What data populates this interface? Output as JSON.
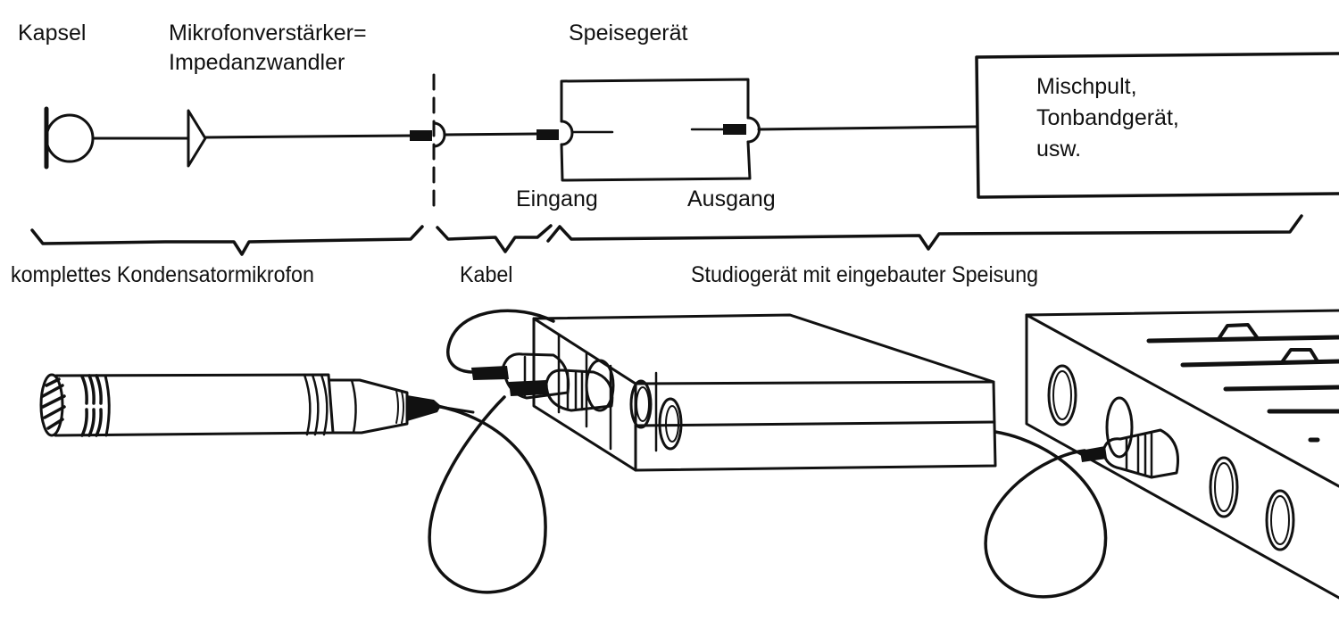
{
  "diagram": {
    "title_labels": {
      "capsule": "Kapsel",
      "preamp_line1": "Mikrofonverstärker=",
      "preamp_line2": "Impedanzwandler",
      "power_supply": "Speisegerät",
      "input": "Eingang",
      "output": "Ausgang",
      "mixer_line1": "Mischpult,",
      "mixer_line2": "Tonbandgerät,",
      "mixer_line3": "usw."
    },
    "brackets": [
      {
        "label": "komplettes Kondensatormikrofon"
      },
      {
        "label": "Kabel"
      },
      {
        "label": "Studiogerät mit eingebauter Speisung"
      }
    ],
    "colors": {
      "ink": "#111111",
      "background": "#ffffff"
    },
    "icons": {
      "capsule": "microphone-capsule-symbol",
      "amplifier": "amplifier-triangle-symbol",
      "connector": "plug-socket-symbol"
    }
  }
}
